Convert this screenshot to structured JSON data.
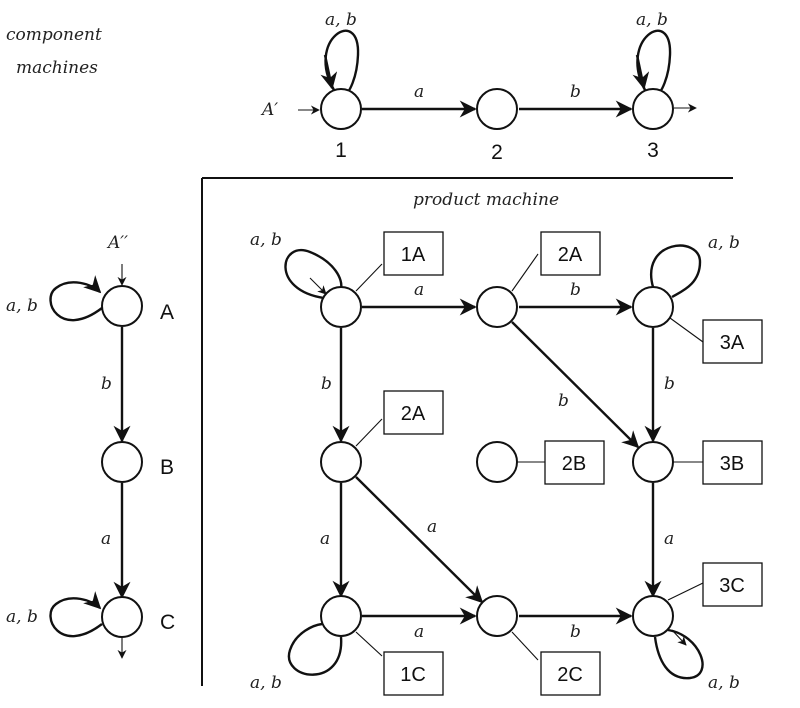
{
  "headings": {
    "component_line1": "component",
    "component_line2": "machines",
    "product": "product machine"
  },
  "machine1": {
    "start_label": "A′",
    "states": [
      "1",
      "2",
      "3"
    ],
    "edges": [
      {
        "from": "1",
        "to": "1",
        "label": "a, b"
      },
      {
        "from": "1",
        "to": "2",
        "label": "a"
      },
      {
        "from": "2",
        "to": "3",
        "label": "b"
      },
      {
        "from": "3",
        "to": "3",
        "label": "a, b"
      }
    ]
  },
  "machine2": {
    "start_label": "A′′",
    "states": [
      "A",
      "B",
      "C"
    ],
    "edges": [
      {
        "from": "A",
        "to": "A",
        "label": "a, b"
      },
      {
        "from": "A",
        "to": "B",
        "label": "b"
      },
      {
        "from": "B",
        "to": "C",
        "label": "a"
      },
      {
        "from": "C",
        "to": "C",
        "label": "a, b"
      }
    ]
  },
  "product": {
    "states": [
      "1A",
      "2A",
      "3A",
      "2A",
      "2B",
      "3B",
      "1C",
      "2C",
      "3C"
    ],
    "edges": [
      {
        "from": "1A",
        "to": "1A",
        "label": "a, b"
      },
      {
        "from": "1A",
        "to": "2A",
        "label": "a"
      },
      {
        "from": "2A",
        "to": "3A",
        "label": "b"
      },
      {
        "from": "3A",
        "to": "3A",
        "label": "a, b"
      },
      {
        "from": "1A",
        "to": "2A",
        "label": "b"
      },
      {
        "from": "2A",
        "to": "3B",
        "label": "b"
      },
      {
        "from": "3A",
        "to": "3B",
        "label": "b"
      },
      {
        "from": "2A",
        "to": "2C",
        "label": "a"
      },
      {
        "from": "2A",
        "to": "1C",
        "label": "a"
      },
      {
        "from": "3B",
        "to": "3C",
        "label": "a"
      },
      {
        "from": "1C",
        "to": "1C",
        "label": "a, b"
      },
      {
        "from": "1C",
        "to": "2C",
        "label": "a"
      },
      {
        "from": "2C",
        "to": "3C",
        "label": "b"
      },
      {
        "from": "3C",
        "to": "3C",
        "label": "a, b"
      }
    ]
  }
}
